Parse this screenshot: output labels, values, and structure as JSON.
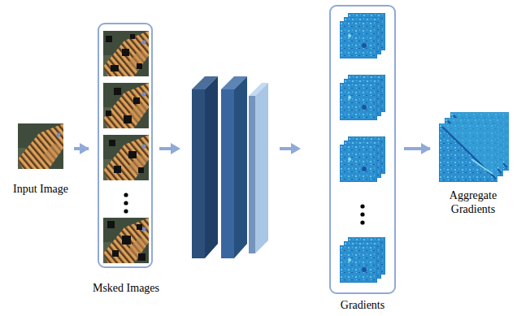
{
  "diagram": {
    "nodes": [
      {
        "text": [
          "Input Image"
        ]
      },
      {
        "text": [
          "Msked Images"
        ]
      },
      {
        "text": [
          "Gradients"
        ]
      },
      {
        "text": [
          "Aggregate Gradients"
        ]
      }
    ],
    "edges": [
      {
        "from": 0,
        "to": 1,
        "arrow": "to"
      },
      {
        "from": 2,
        "to": 3,
        "arrow": "to"
      }
    ]
  }
}
